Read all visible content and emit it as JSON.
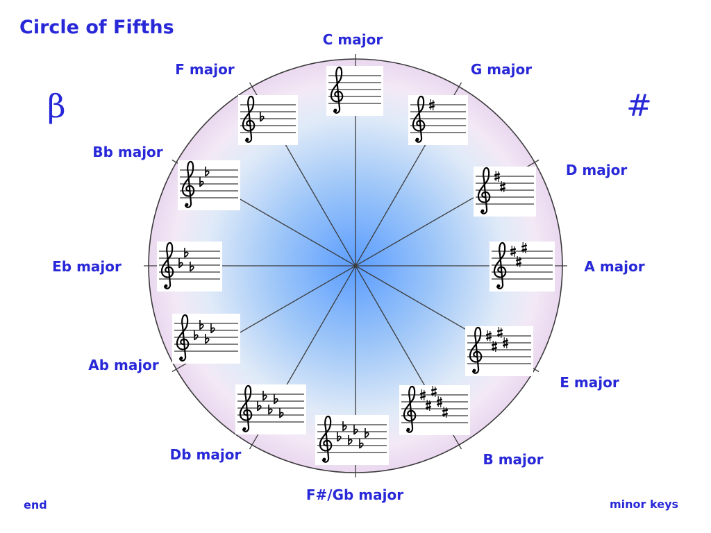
{
  "slide": {
    "title": "Circle of Fifths",
    "flat_side_symbol": "β",
    "sharp_side_symbol": "#"
  },
  "nav": {
    "end": "end",
    "minor_keys": "minor keys"
  },
  "clef_icon": "treble-clef-icon",
  "colors": {
    "text": "#2828d8",
    "stroke": "#3a3a3a",
    "circle_center": "#5b9dff",
    "circle_mid": "#9fc7f8",
    "circle_light": "#dfeaf8",
    "circle_rim": "#f3e9f6",
    "circle_edge": "#ead8ef"
  },
  "keys": [
    {
      "label": "C major",
      "count": 0
    },
    {
      "label": "G major",
      "accidental_icon": "sharp-icon",
      "count": 1
    },
    {
      "label": "D major",
      "accidental_icon": "sharp-icon",
      "count": 2
    },
    {
      "label": "A major",
      "accidental_icon": "sharp-icon",
      "count": 3
    },
    {
      "label": "E major",
      "accidental_icon": "sharp-icon",
      "count": 4
    },
    {
      "label": "B major",
      "accidental_icon": "sharp-icon",
      "count": 5
    },
    {
      "label": "F#/Gb major",
      "accidental_icon": "flat-icon",
      "count": 6
    },
    {
      "label": "Db major",
      "accidental_icon": "flat-icon",
      "count": 5
    },
    {
      "label": "Ab major",
      "accidental_icon": "flat-icon",
      "count": 4
    },
    {
      "label": "Eb major",
      "accidental_icon": "flat-icon",
      "count": 3
    },
    {
      "label": "Bb major",
      "accidental_icon": "flat-icon",
      "count": 2
    },
    {
      "label": "F major",
      "accidental_icon": "flat-icon",
      "count": 1
    }
  ]
}
